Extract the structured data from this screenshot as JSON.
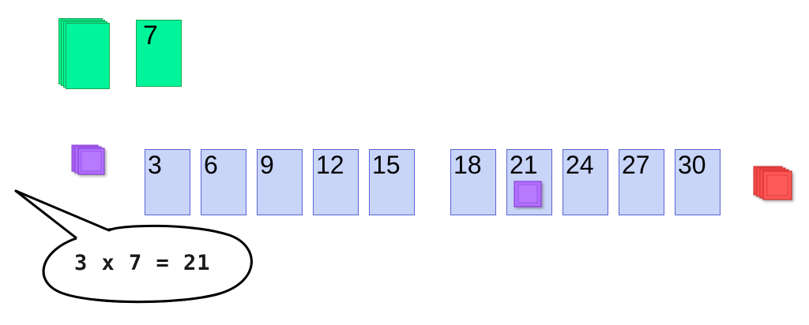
{
  "deck": {
    "label": "card-deck",
    "color": "#00f59a",
    "border": "#1aa64f"
  },
  "drawn_card": {
    "value": "7",
    "color": "#00f59a"
  },
  "sequence": {
    "step": 3,
    "card_color": "#c8d4f8",
    "card_border": "#5a63d6",
    "cards": [
      {
        "value": "3"
      },
      {
        "value": "6"
      },
      {
        "value": "9"
      },
      {
        "value": "12"
      },
      {
        "value": "15"
      },
      {
        "value": "18"
      },
      {
        "value": "21",
        "marked": true
      },
      {
        "value": "24"
      },
      {
        "value": "27"
      },
      {
        "value": "30"
      }
    ]
  },
  "cubes": {
    "purple_stack": {
      "count": 3,
      "color": "#b070ff"
    },
    "marker": {
      "color": "#b070ff",
      "on_card": "21"
    },
    "red_stack": {
      "count": 4,
      "color": "#ff5050"
    }
  },
  "speech_bubble": {
    "text": "3 x 7 = 21"
  }
}
